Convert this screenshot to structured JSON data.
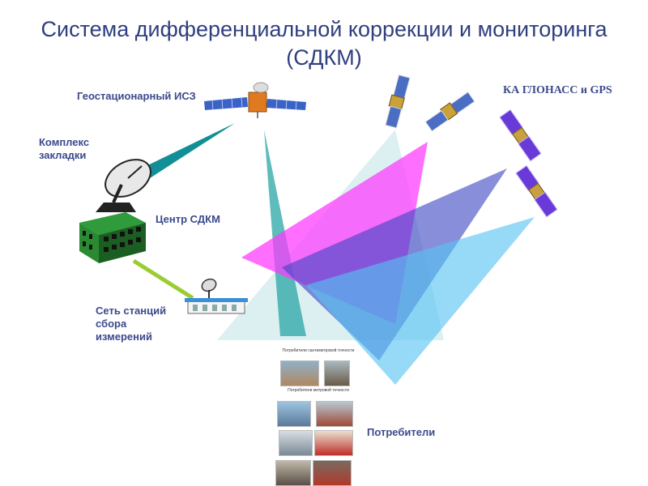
{
  "title": {
    "line1": "Система дифференциальной коррекции и мониторинга",
    "line2": "(СДКМ)"
  },
  "labels": {
    "geo_satellite": "Геостационарный ИСЗ",
    "uplink_complex": "Комплекс закладки",
    "center": "Центр СДКМ",
    "station_network": "Сеть станций сбора измерений",
    "gnss": "КА ГЛОНАСС и GPS",
    "consumers": "Потребители"
  },
  "consumer_panel": {
    "caption_cm": "Потребители сантиметровой точности",
    "caption_m": "Потребители метровой точности"
  },
  "colors": {
    "title": "#2f3f7f",
    "label": "#3b4a8c",
    "teal_beam": "#1e9ea0",
    "magenta_beam": "#ff33ff",
    "blue_beam": "#4a52c8",
    "sky_beam": "#5ac8f0",
    "green_link": "#9acd32"
  },
  "icons": [
    "geostationary-satellite-icon",
    "gnss-satellite-icon",
    "dish-antenna-icon",
    "building-icon",
    "ground-station-icon"
  ]
}
